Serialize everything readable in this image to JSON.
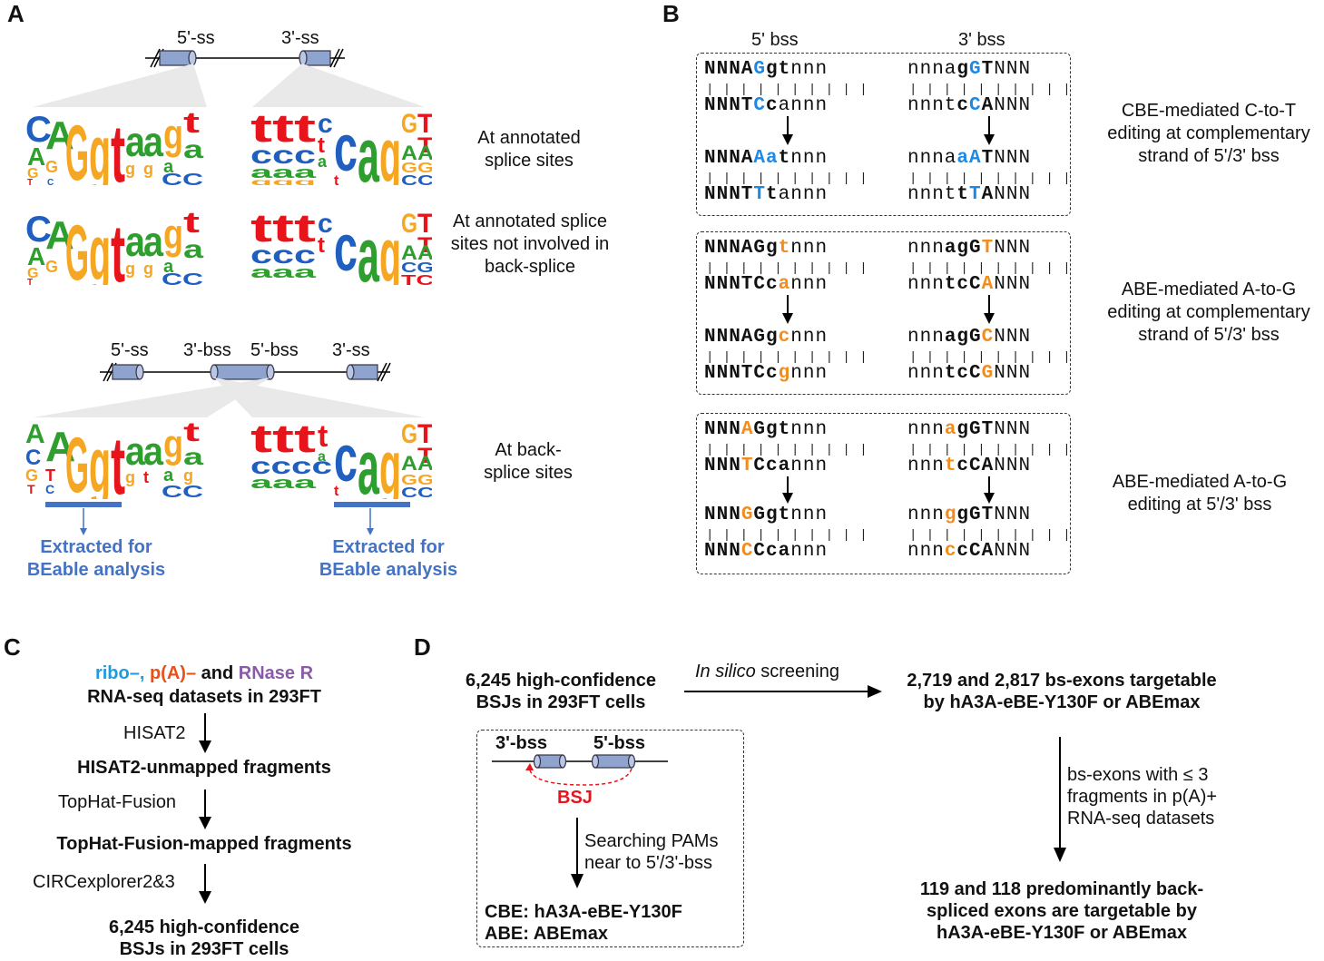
{
  "panels": {
    "a": {
      "label": "A",
      "top_gene": {
        "ss5": "5'-ss",
        "ss3": "3'-ss"
      },
      "row1_label": "At annotated splice sites",
      "row2_label": "At annotated splice sites not involved in back-splice",
      "bottom_gene": {
        "ss5_left": "5'-ss",
        "bss3": "3'-bss",
        "bss5": "5'-bss",
        "ss3_right": "3'-ss"
      },
      "row3_label": "At back-splice sites",
      "extracted_left": "Extracted for BEable analysis",
      "extracted_right": "Extracted for BEable analysis"
    },
    "b": {
      "label": "B",
      "col_left": "5' bss",
      "col_right": "3' bss",
      "cbe_label": "CBE-mediated C-to-T editing at complementary strand of 5'/3' bss",
      "abe1_label": "ABE-mediated A-to-G editing at complementary strand of 5'/3' bss",
      "abe2_label": "ABE-mediated A-to-G editing at 5'/3' bss"
    },
    "c": {
      "label": "C",
      "ribo": "ribo–,",
      "pa": "p(A)–",
      "and": "and",
      "rnase": "RNase R",
      "datasets": "RNA-seq datasets in 293FT",
      "step1": "HISAT2",
      "result1": "HISAT2-unmapped fragments",
      "step2": "TopHat-Fusion",
      "result2": "TopHat-Fusion-mapped fragments",
      "step3": "CIRCexplorer2&3",
      "result3_l1": "6,245 high-confidence",
      "result3_l2": "BSJs in 293FT cells"
    },
    "d": {
      "label": "D",
      "bsj_l1": "6,245 high-confidence",
      "bsj_l2": "BSJs in 293FT cells",
      "screen_italic": "In silico",
      "screen_rest": " screening",
      "target_l1": "2,719 and 2,817 bs-exons targetable",
      "target_l2": "by hA3A-eBE-Y130F or ABEmax",
      "inset_bss3": "3'-bss",
      "inset_bss5": "5'-bss",
      "inset_bsj": "BSJ",
      "search_l1": "Searching PAMs",
      "search_l2": "near to 5'/3'-bss",
      "cbe_line": "CBE: hA3A-eBE-Y130F",
      "abe_line": "ABE: ABEmax",
      "filter_l1": "bs-exons with ≤ 3",
      "filter_l2": "fragments in p(A)+",
      "filter_l3": "RNA-seq datasets",
      "final_l1": "119 and 118 predominantly back-",
      "final_l2": "spliced exons are targetable by",
      "final_l3": "hA3A-eBE-Y130F or ABEmax"
    }
  },
  "colors": {
    "A": "#2e9e2e",
    "C": "#1f5fbf",
    "G": "#f5a623",
    "T": "#e8141b",
    "edit_blue": "#1e88e5",
    "edit_orange": "#f28c1c",
    "extract_blue": "#4472c4"
  },
  "logos": {
    "donor_top": [
      "CAT",
      "AGGC",
      "GA",
      "G",
      "T",
      "A",
      "AG",
      "GGA",
      "GTC",
      "TAG"
    ],
    "acceptor_top": [
      "TCAG",
      "TCAG",
      "TCAG",
      "CTAG",
      "CTAG",
      "A",
      "G",
      "GAC",
      "TAGC",
      "TAGC"
    ]
  }
}
